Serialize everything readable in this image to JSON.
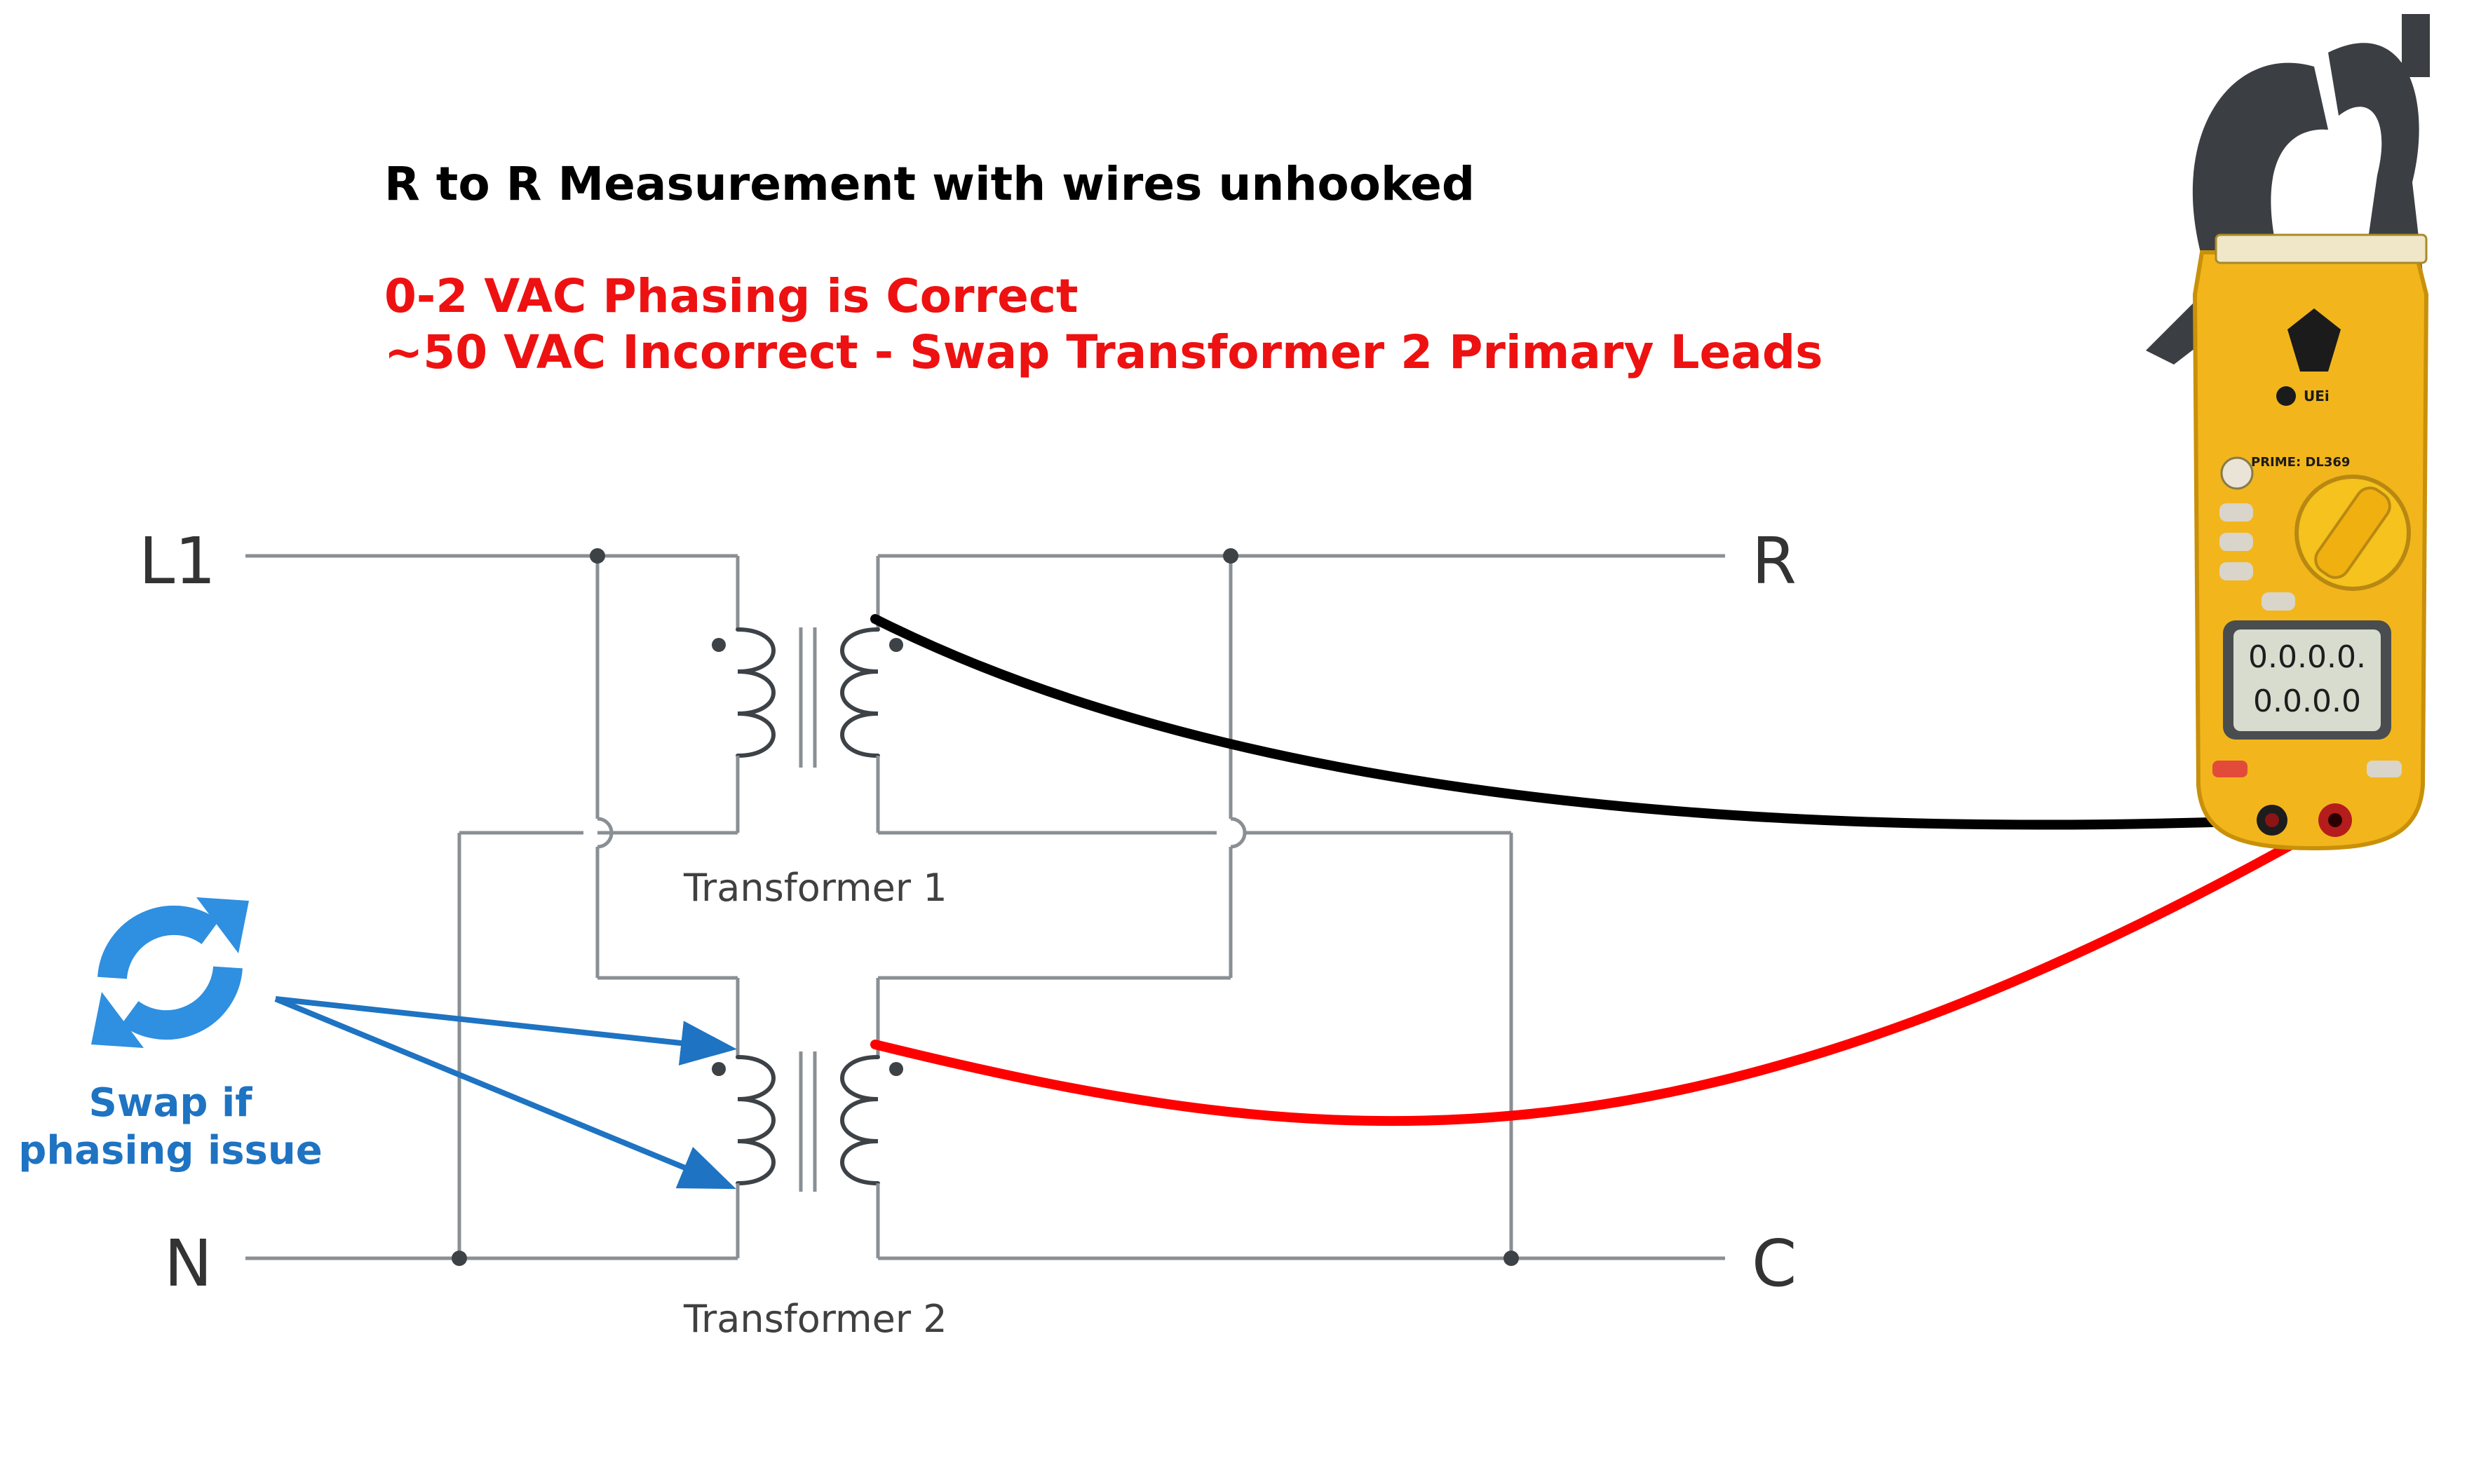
{
  "title": "R to R Measurement with wires unhooked",
  "notes": {
    "correct": "0-2 VAC Phasing is Correct",
    "incorrect": "~50 VAC Incorrect - Swap Transformer 2 Primary Leads"
  },
  "terminals": {
    "l1": "L1",
    "n": "N",
    "r": "R",
    "c": "C"
  },
  "transformers": {
    "t1": "Transformer 1",
    "t2": "Transformer 2"
  },
  "swap_hint": {
    "line1": "Swap if",
    "line2": "phasing issue"
  },
  "meter": {
    "brand": "UEi",
    "model_label": "PRIME: DL369",
    "reading_top": "0.0.0.0.",
    "reading_bottom": "0.0.0.0"
  },
  "colors": {
    "title": "#000000",
    "notes": "#ee1111",
    "arrow": "#1e73c2",
    "swap_icon": "#2f8fe0",
    "black_lead": "#000000",
    "red_lead": "#ff0000",
    "meter_body": "#f2b61c"
  }
}
